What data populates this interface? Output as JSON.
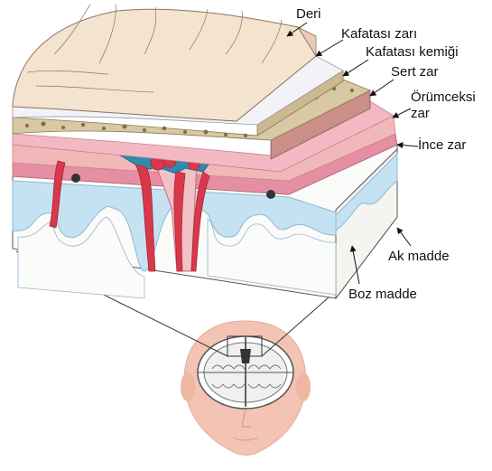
{
  "labels": {
    "skin": "Deri",
    "skull_membrane": "Kafatası zarı",
    "skull_bone": "Kafatası kemiği",
    "dura": "Sert zar",
    "arachnoid_line1": "Örümceksi",
    "arachnoid_line2": "zar",
    "pia": "İnce zar",
    "white_matter": "Ak madde",
    "gray_matter": "Boz madde"
  },
  "colors": {
    "skin_top": "#f3e3cf",
    "skin_side": "#e9c9b7",
    "skull_membrane": "#f3f3f7",
    "bone": "#d8c8a3",
    "bone_dots": "#7f7042",
    "dura": "#c99088",
    "arachnoid": "#f0b8b8",
    "pia": "#e58fa2",
    "white_matter": "#fbfbf9",
    "gray_matter": "#c5e2f3",
    "vessel": "#d9384b",
    "sinus": "#2f8aad",
    "head": "#f3c4b3"
  }
}
